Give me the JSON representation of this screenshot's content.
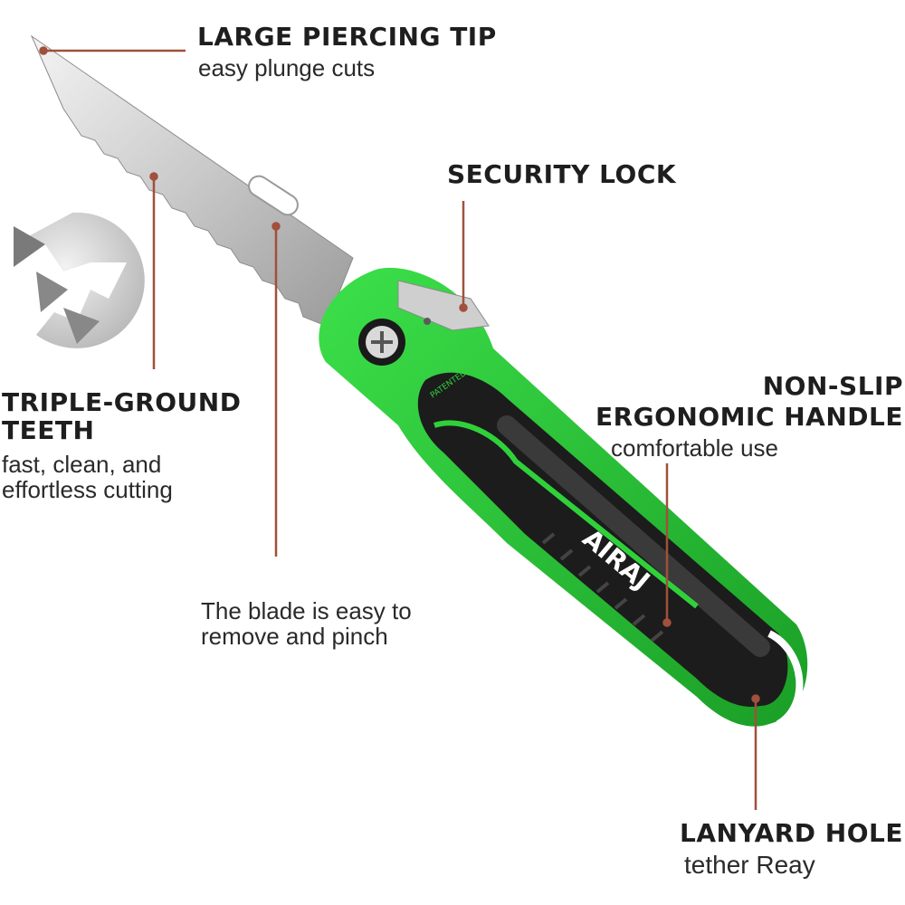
{
  "brand": "AIRAJ",
  "patent_mark": "PATENTED",
  "colors": {
    "accent_green": "#2fd13a",
    "handle_black": "#1c1c1c",
    "blade_silver": "#cfcfcf",
    "callout_line": "#a0503c"
  },
  "callouts": {
    "tip": {
      "title": "LARGE PIERCING TIP",
      "sub": "easy plunge cuts"
    },
    "lock": {
      "title": "SECURITY LOCK"
    },
    "teeth": {
      "title_1": "TRIPLE-GROUND",
      "title_2": "TEETH",
      "sub_1": "fast, clean, and",
      "sub_2": "effortless cutting"
    },
    "handle": {
      "title_1": "NON-SLIP",
      "title_2": "ERGONOMIC HANDLE",
      "sub": "comfortable use"
    },
    "blade": {
      "sub_1": "The blade is easy to",
      "sub_2": "remove and pinch"
    },
    "lanyard": {
      "title": "LANYARD HOLE",
      "sub": "tether Reay"
    }
  }
}
